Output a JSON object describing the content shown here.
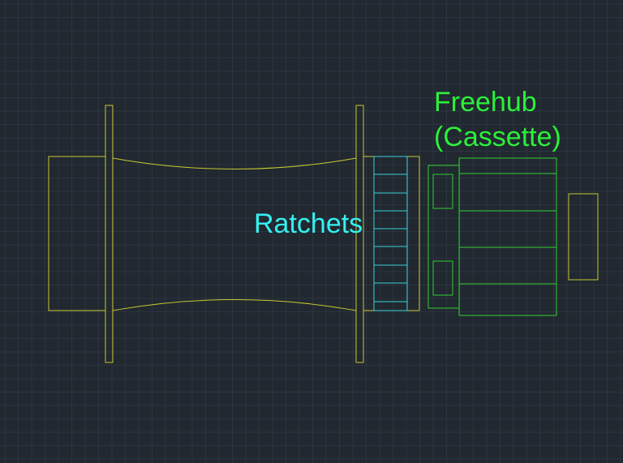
{
  "labels": {
    "ratchets": "Ratchets",
    "freehub_line1": "Freehub",
    "freehub_line2": "(Cassette)"
  },
  "colors": {
    "background": "#212830",
    "grid": "#2c3440",
    "hub_yellow": "#c8c832",
    "ratchet_cyan": "#3ccfd6",
    "freehub_green": "#2fcf2f",
    "ratchets_text": "#35f0f0",
    "freehub_text": "#2cf03a"
  }
}
